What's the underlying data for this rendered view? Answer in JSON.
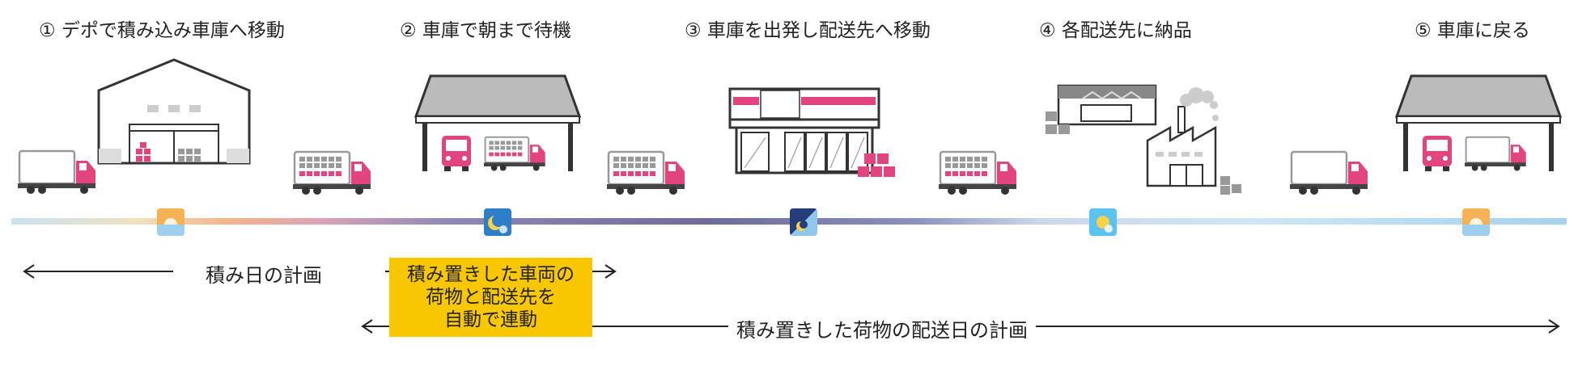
{
  "steps": [
    {
      "label": "① デポで積み込み車庫へ移動"
    },
    {
      "label": "② 車庫で朝まで待機"
    },
    {
      "label": "③ 車庫を出発し配送先へ移動"
    },
    {
      "label": "④ 各配送先に納品"
    },
    {
      "label": "⑤ 車庫に戻る"
    }
  ],
  "time_icons": [
    "sunrise-icon",
    "night-moon-icon",
    "dawn-moon-icon",
    "sun-icon",
    "sunrise-icon"
  ],
  "plans": {
    "loading_day": "積み日の計画",
    "delivery_day": "積み置きした荷物の配送日の計画"
  },
  "callout": {
    "line1": "積み置きした車両の",
    "line2": "荷物と配送先を",
    "line3": "自動で連動"
  },
  "colors": {
    "accent_pink": "#e2457e",
    "callout_yellow": "#f8c700",
    "gray": "#888888"
  }
}
